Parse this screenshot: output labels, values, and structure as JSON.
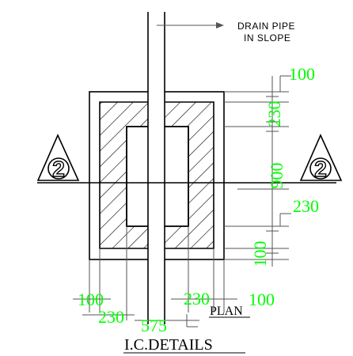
{
  "title": "I.C.DETAILS",
  "view_label": "PLAN",
  "annotations": {
    "drain_pipe_line1": "DRAIN PIPE",
    "drain_pipe_line2": "IN SLOPE"
  },
  "section_markers": {
    "left": "2",
    "right": "2"
  },
  "dimensions": {
    "right_top_100": "100",
    "right_230_upper": "230",
    "right_900": "900",
    "right_230_lower": "230",
    "right_100_lower": "100",
    "bottom_100_left": "100",
    "bottom_230_left": "230",
    "bottom_575": "575",
    "bottom_230_right": "230",
    "bottom_100_right": "100"
  },
  "colors": {
    "linework": "#000000",
    "dimension_text": "#00ff00",
    "dimension_lines": "#555555"
  }
}
